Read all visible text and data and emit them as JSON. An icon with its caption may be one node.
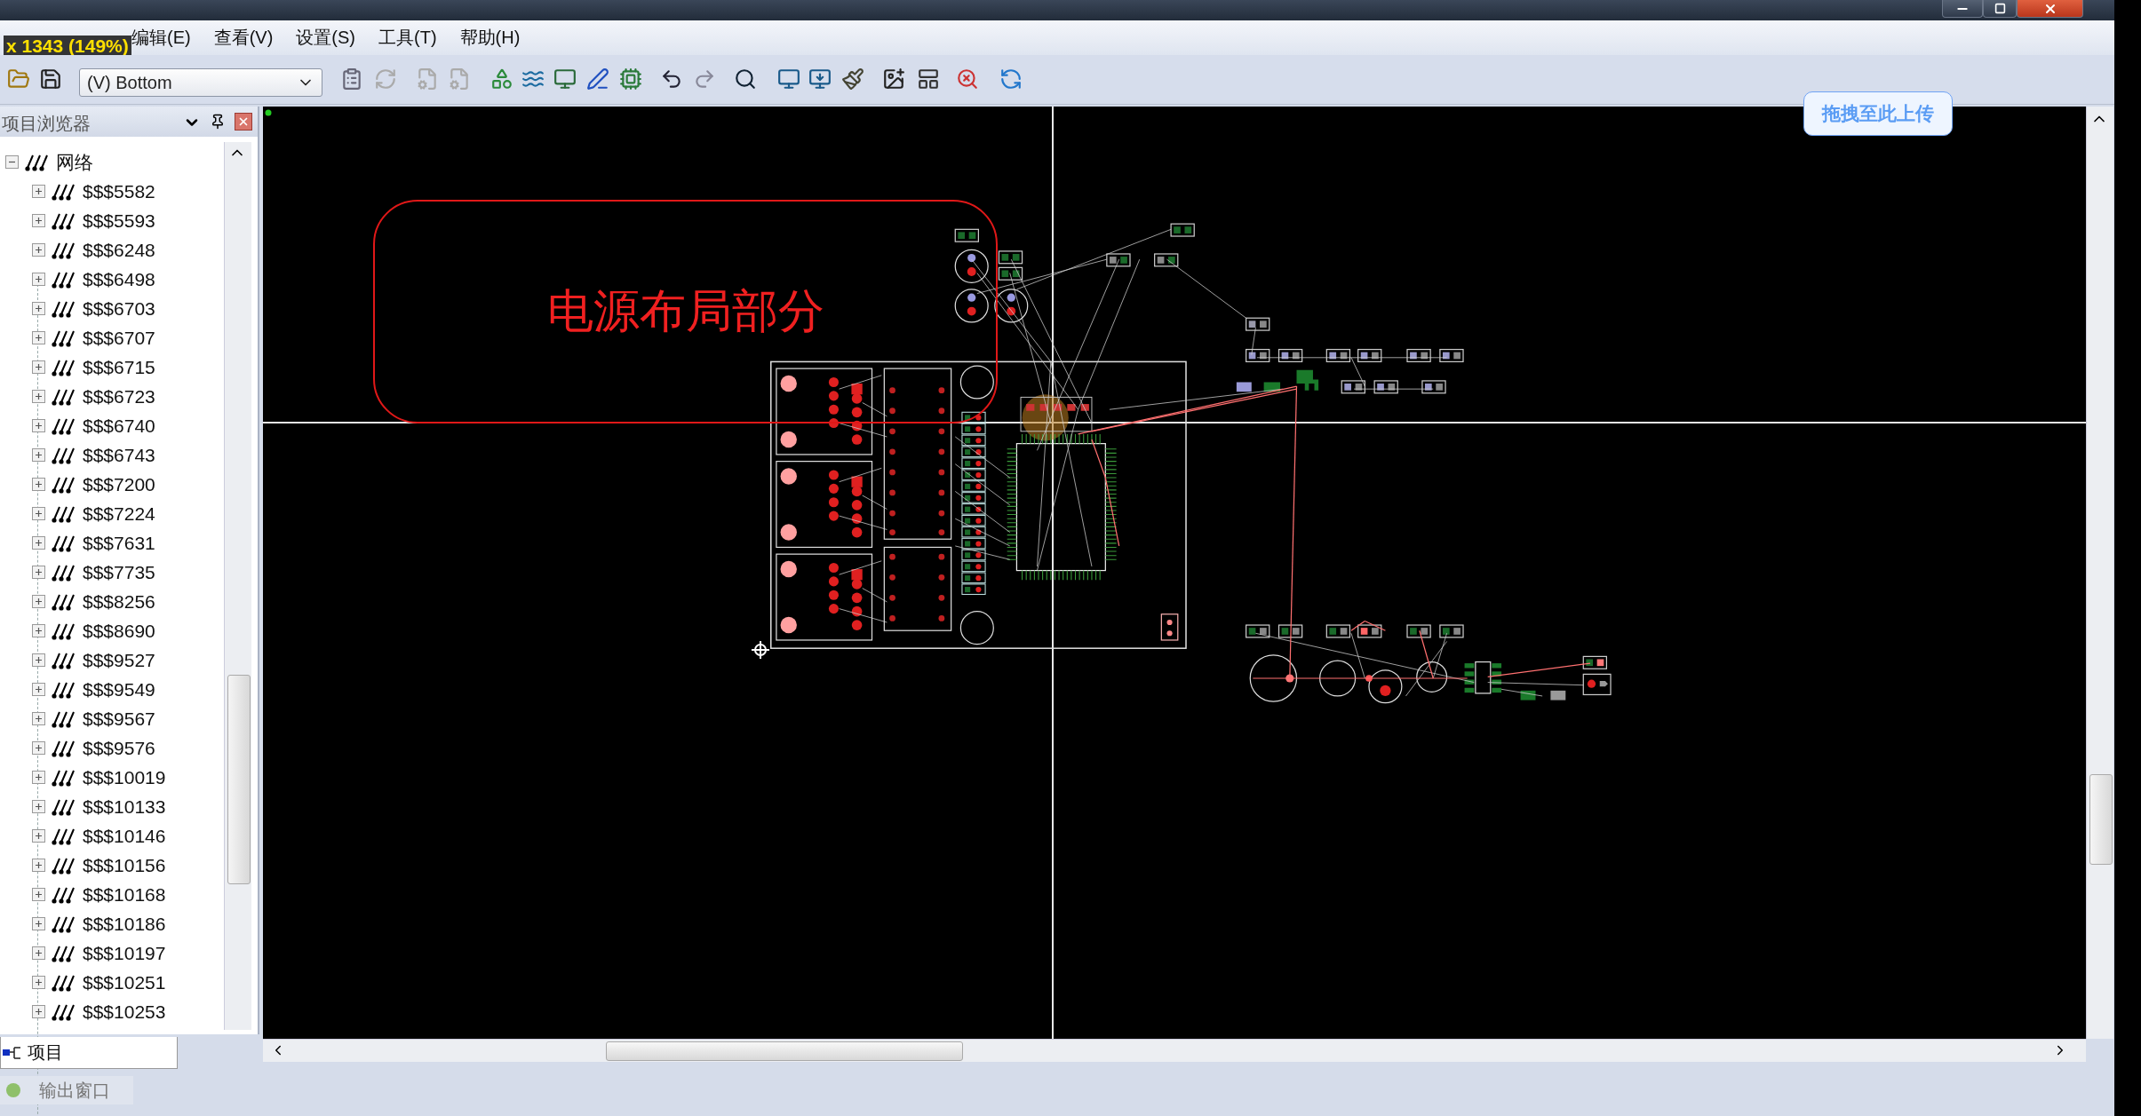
{
  "diagram": {
    "nodes": [
      {
        "text": [
          "电源布局部分"
        ]
      }
    ],
    "labels": [
      "x 1343 (149%)",
      "编辑(E)",
      "查看(V)",
      "设置(S)",
      "工具(T)",
      "帮助(H)",
      "(V) Bottom",
      "拖拽至此上传",
      "项目浏览器",
      "网络",
      "$$$5582",
      "$$$5593",
      "$$$6248",
      "$$$6498",
      "$$$6703",
      "$$$6707",
      "$$$6715",
      "$$$6723",
      "$$$6740",
      "$$$6743",
      "$$$7200",
      "$$$7224",
      "$$$7631",
      "$$$7735",
      "$$$8256",
      "$$$8690",
      "$$$9527",
      "$$$9549",
      "$$$9567",
      "$$$9576",
      "$$$10019",
      "$$$10133",
      "$$$10146",
      "$$$10156",
      "$$$10168",
      "$$$10186",
      "$$$10197",
      "$$$10251",
      "$$$10253",
      "项目",
      "输出窗口"
    ]
  }
}
